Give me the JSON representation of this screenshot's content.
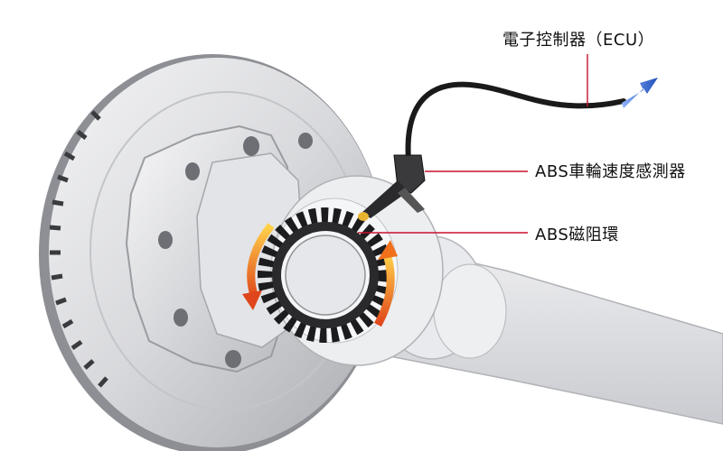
{
  "labels": {
    "ecu": "電子控制器（ECU）",
    "sensor": "ABS車輪速度感測器",
    "tone_ring": "ABS磁阻環"
  },
  "colors": {
    "leader_line": "#c8102e",
    "arrow_blue": "#1f4fb8",
    "ring_orange": "#f26a1b",
    "cable": "#1a1a1a"
  },
  "icons": {
    "ecu_direction": "arrow-right-up-icon",
    "rotation": "rotation-arrow-icon"
  }
}
